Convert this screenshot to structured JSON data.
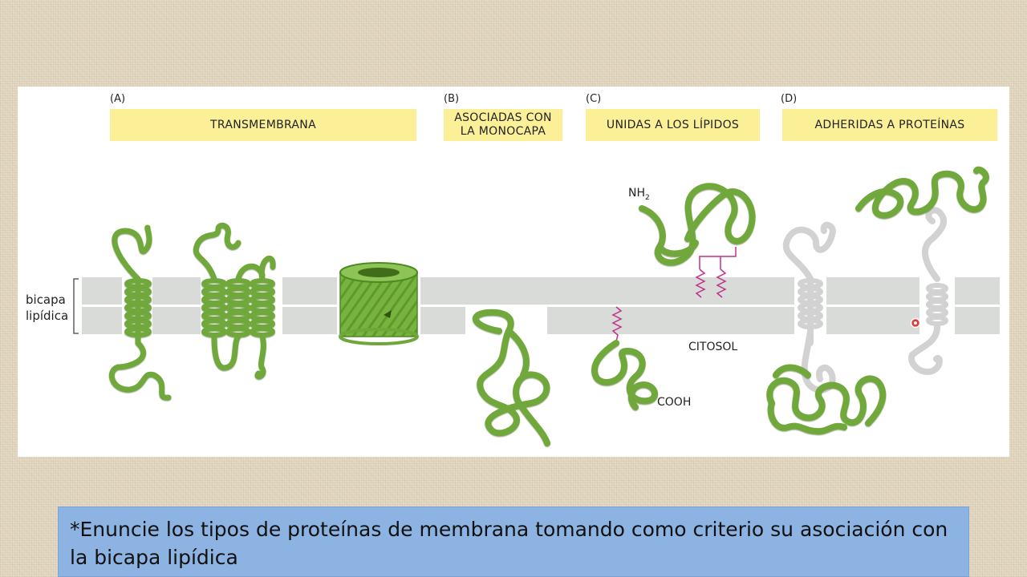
{
  "figure": {
    "panels": [
      {
        "letter": "(A)",
        "title": "TRANSMEMBRANA"
      },
      {
        "letter": "(B)",
        "title": "ASOCIADAS CON\nLA MONOCAPA"
      },
      {
        "letter": "(C)",
        "title": "UNIDAS A LOS LÍPIDOS"
      },
      {
        "letter": "(D)",
        "title": "ADHERIDAS A PROTEÍNAS"
      }
    ],
    "bilayer_label_line1": "bicapa",
    "bilayer_label_line2": "lipídica",
    "nh2_label": "NH",
    "nh2_subscript": "2",
    "cooh_label": "COOH",
    "cytosol_label": "CITOSOL"
  },
  "question": {
    "text": "*Enuncie los tipos de proteínas de membrana tomando como criterio su asociación con la bicapa lipídica"
  },
  "colors": {
    "protein_green": "#6fa83a",
    "helper_protein_grey": "#d2d2d2",
    "membrane_grey": "#d9dbd8",
    "anchor_magenta": "#c0308a",
    "band_yellow": "#fbf098",
    "question_blue": "#8db3e2"
  }
}
